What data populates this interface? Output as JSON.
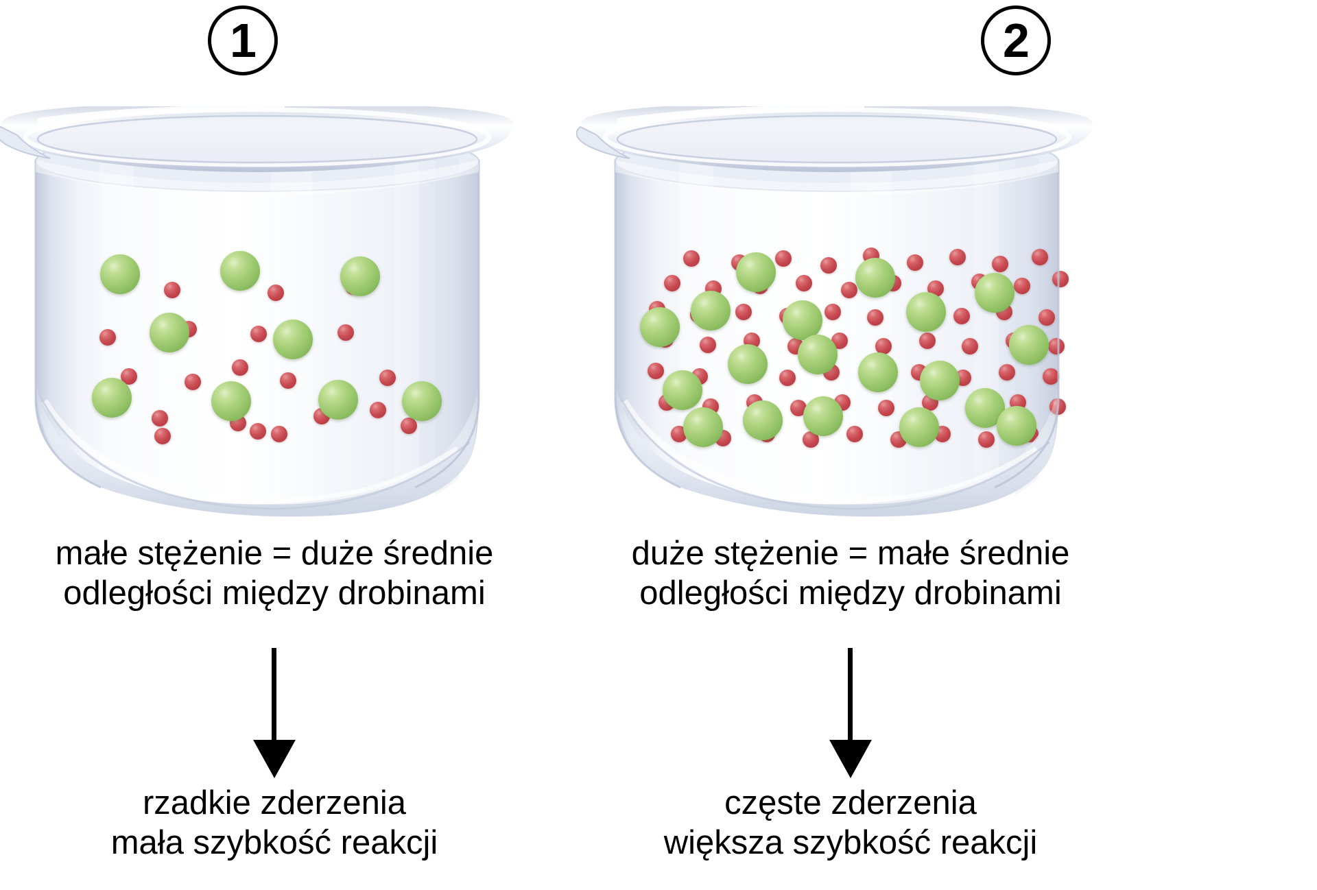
{
  "title": "Wplyw stezenia na szybkosc reakcji",
  "colors": {
    "green_particle": "#a7cf79",
    "red_particle": "#c84b52",
    "glass": "#dfe4ef",
    "text": "#000000"
  },
  "panels": [
    {
      "badge": "1",
      "caption_top": "małe stężenie = duże średnie\nodległości między drobinami",
      "caption_bottom": "rzadkie zderzenia\nmała szybkość reakcji",
      "arrow": "down-arrow",
      "beaker": {
        "green_count": 9,
        "red_count": 20,
        "green_radius": 29,
        "red_radius": 12,
        "green": [
          [
            180,
            245
          ],
          [
            355,
            240
          ],
          [
            530,
            248
          ],
          [
            252,
            330
          ],
          [
            432,
            340
          ],
          [
            168,
            425
          ],
          [
            342,
            430
          ],
          [
            498,
            428
          ],
          [
            620,
            430
          ]
        ],
        "red": [
          [
            256,
            268
          ],
          [
            407,
            272
          ],
          [
            520,
            263
          ],
          [
            162,
            337
          ],
          [
            280,
            325
          ],
          [
            382,
            332
          ],
          [
            509,
            330
          ],
          [
            193,
            394
          ],
          [
            355,
            381
          ],
          [
            286,
            402
          ],
          [
            425,
            400
          ],
          [
            570,
            396
          ],
          [
            238,
            455
          ],
          [
            352,
            462
          ],
          [
            474,
            452
          ],
          [
            556,
            443
          ],
          [
            242,
            481
          ],
          [
            381,
            474
          ],
          [
            412,
            478
          ],
          [
            601,
            466
          ]
        ]
      }
    },
    {
      "badge": "2",
      "caption_top": "duże stężenie = małe średnie\nodległości między drobinami",
      "caption_bottom": "częste zderzenia\nwiększa szybkość reakcji",
      "arrow": "down-arrow",
      "beaker": {
        "green_count": 17,
        "red_count": 62,
        "green_radius": 29,
        "red_radius": 12,
        "green": [
          [
            262,
            242
          ],
          [
            122,
            322
          ],
          [
            196,
            298
          ],
          [
            330,
            312
          ],
          [
            436,
            250
          ],
          [
            510,
            300
          ],
          [
            610,
            272
          ],
          [
            660,
            348
          ],
          [
            250,
            376
          ],
          [
            155,
            414
          ],
          [
            352,
            362
          ],
          [
            440,
            388
          ],
          [
            530,
            400
          ],
          [
            185,
            468
          ],
          [
            272,
            458
          ],
          [
            360,
            452
          ],
          [
            500,
            468
          ],
          [
            596,
            440
          ],
          [
            642,
            466
          ]
        ],
        "red": [
          [
            168,
            222
          ],
          [
            238,
            228
          ],
          [
            302,
            222
          ],
          [
            368,
            232
          ],
          [
            430,
            218
          ],
          [
            494,
            228
          ],
          [
            556,
            220
          ],
          [
            618,
            230
          ],
          [
            676,
            220
          ],
          [
            140,
            258
          ],
          [
            200,
            266
          ],
          [
            268,
            262
          ],
          [
            332,
            258
          ],
          [
            398,
            268
          ],
          [
            462,
            258
          ],
          [
            524,
            266
          ],
          [
            588,
            256
          ],
          [
            650,
            262
          ],
          [
            706,
            252
          ],
          [
            118,
            296
          ],
          [
            178,
            304
          ],
          [
            244,
            300
          ],
          [
            308,
            306
          ],
          [
            374,
            300
          ],
          [
            436,
            308
          ],
          [
            500,
            298
          ],
          [
            562,
            306
          ],
          [
            624,
            300
          ],
          [
            686,
            308
          ],
          [
            130,
            340
          ],
          [
            192,
            348
          ],
          [
            256,
            342
          ],
          [
            320,
            350
          ],
          [
            384,
            342
          ],
          [
            448,
            350
          ],
          [
            512,
            342
          ],
          [
            574,
            350
          ],
          [
            638,
            342
          ],
          [
            700,
            350
          ],
          [
            116,
            386
          ],
          [
            180,
            394
          ],
          [
            244,
            388
          ],
          [
            308,
            396
          ],
          [
            372,
            388
          ],
          [
            436,
            396
          ],
          [
            500,
            388
          ],
          [
            564,
            396
          ],
          [
            628,
            388
          ],
          [
            692,
            394
          ],
          [
            132,
            432
          ],
          [
            196,
            438
          ],
          [
            260,
            432
          ],
          [
            324,
            440
          ],
          [
            388,
            432
          ],
          [
            452,
            440
          ],
          [
            516,
            432
          ],
          [
            580,
            440
          ],
          [
            644,
            432
          ],
          [
            702,
            438
          ],
          [
            150,
            478
          ],
          [
            214,
            484
          ],
          [
            278,
            478
          ],
          [
            342,
            486
          ],
          [
            406,
            478
          ],
          [
            470,
            486
          ],
          [
            534,
            478
          ],
          [
            598,
            486
          ],
          [
            662,
            478
          ]
        ]
      }
    }
  ]
}
